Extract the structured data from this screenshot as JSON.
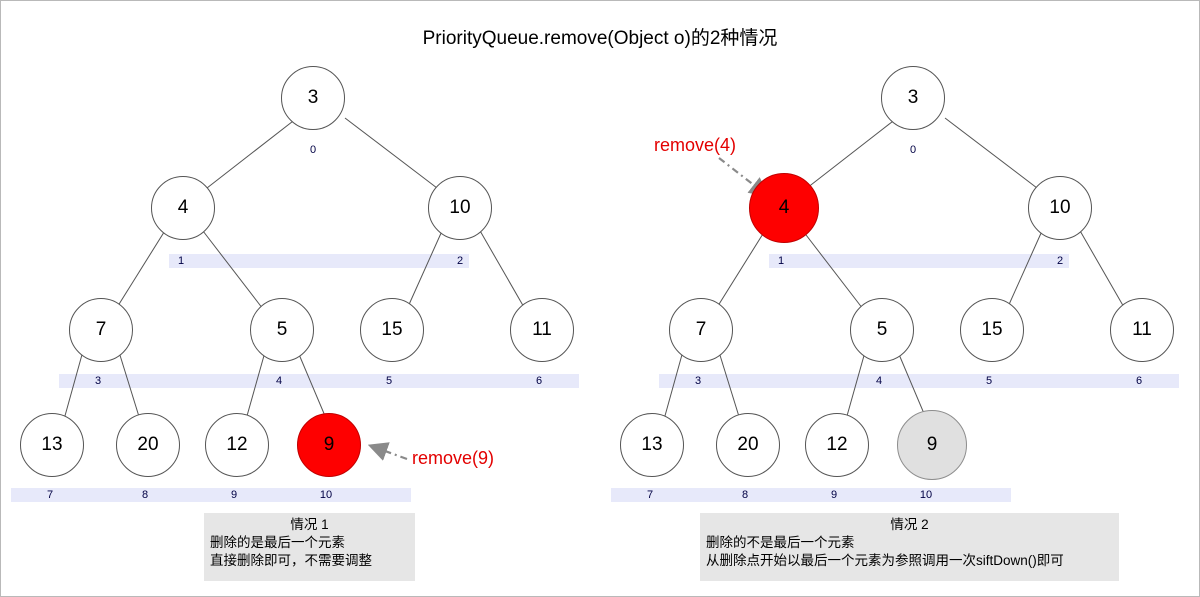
{
  "title": "PriorityQueue.remove(Object o)的2种情况",
  "colors": {
    "highlight_red": "#fe0000",
    "removed_grey": "#e0e0e0",
    "index_band": "#e7e9fa",
    "index_text": "#000044",
    "caption_bg": "#e6e6e6",
    "label_red": "#e30000"
  },
  "left": {
    "nodes": [
      {
        "value": "3",
        "index": "0",
        "state": "normal"
      },
      {
        "value": "4",
        "index": "1",
        "state": "normal"
      },
      {
        "value": "10",
        "index": "2",
        "state": "normal"
      },
      {
        "value": "7",
        "index": "3",
        "state": "normal"
      },
      {
        "value": "5",
        "index": "4",
        "state": "normal"
      },
      {
        "value": "15",
        "index": "5",
        "state": "normal"
      },
      {
        "value": "11",
        "index": "6",
        "state": "normal"
      },
      {
        "value": "13",
        "index": "7",
        "state": "normal"
      },
      {
        "value": "20",
        "index": "8",
        "state": "normal"
      },
      {
        "value": "12",
        "index": "9",
        "state": "normal"
      },
      {
        "value": "9",
        "index": "10",
        "state": "red"
      }
    ],
    "annotation": "remove(9)",
    "caption": {
      "title": "情况 1",
      "line1": "删除的是最后一个元素",
      "line2": "直接删除即可，不需要调整"
    }
  },
  "right": {
    "nodes": [
      {
        "value": "3",
        "index": "0",
        "state": "normal"
      },
      {
        "value": "4",
        "index": "1",
        "state": "red"
      },
      {
        "value": "10",
        "index": "2",
        "state": "normal"
      },
      {
        "value": "7",
        "index": "3",
        "state": "normal"
      },
      {
        "value": "5",
        "index": "4",
        "state": "normal"
      },
      {
        "value": "15",
        "index": "5",
        "state": "normal"
      },
      {
        "value": "11",
        "index": "6",
        "state": "normal"
      },
      {
        "value": "13",
        "index": "7",
        "state": "normal"
      },
      {
        "value": "20",
        "index": "8",
        "state": "normal"
      },
      {
        "value": "12",
        "index": "9",
        "state": "normal"
      },
      {
        "value": "9",
        "index": "10",
        "state": "grey"
      }
    ],
    "annotation": "remove(4)",
    "caption": {
      "title": "情况 2",
      "line1": "删除的不是最后一个元素",
      "line2": "从删除点开始以最后一个元素为参照调用一次siftDown()即可"
    }
  }
}
